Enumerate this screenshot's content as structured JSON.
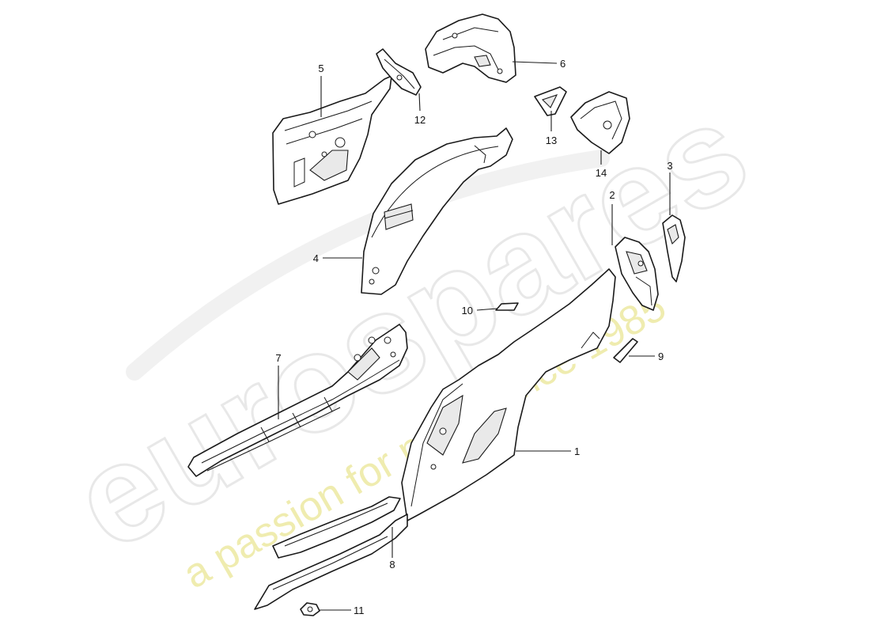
{
  "watermark": {
    "logo_text": "eurospares",
    "tagline": "a passion for parts since 1985"
  },
  "callouts": {
    "c1": "1",
    "c2": "2",
    "c3": "3",
    "c4": "4",
    "c5": "5",
    "c6": "6",
    "c7": "7",
    "c8": "8",
    "c9": "9",
    "c10": "10",
    "c11": "11",
    "c12": "12",
    "c13": "13",
    "c14": "14"
  }
}
